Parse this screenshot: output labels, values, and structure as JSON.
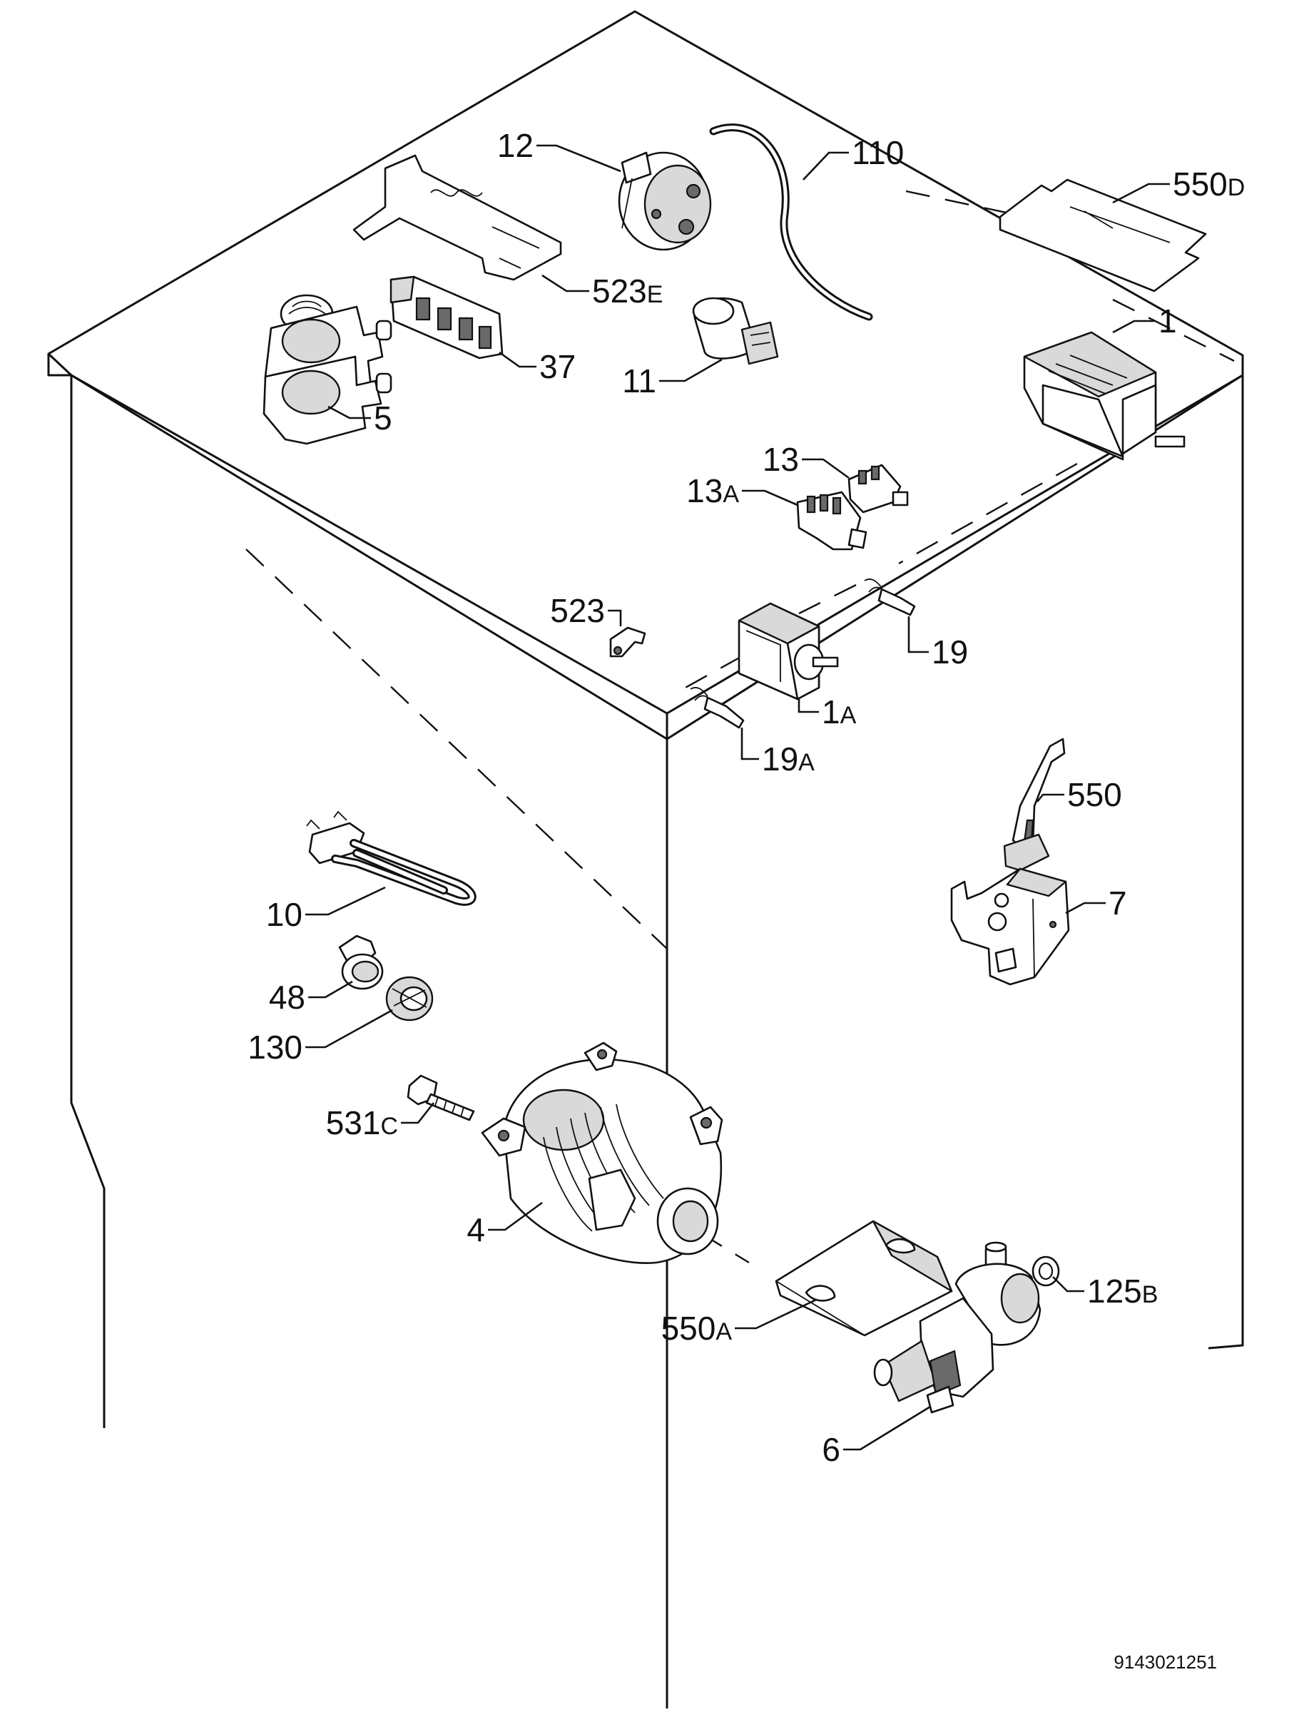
{
  "callouts": {
    "p12": {
      "num": "12",
      "sub": ""
    },
    "p110": {
      "num": "110",
      "sub": ""
    },
    "p550d": {
      "num": "550",
      "sub": "D"
    },
    "p523e": {
      "num": "523",
      "sub": "E"
    },
    "p37": {
      "num": "37",
      "sub": ""
    },
    "p11": {
      "num": "11",
      "sub": ""
    },
    "p5": {
      "num": "5",
      "sub": ""
    },
    "p1": {
      "num": "1",
      "sub": ""
    },
    "p13": {
      "num": "13",
      "sub": ""
    },
    "p13a": {
      "num": "13",
      "sub": "A"
    },
    "p523": {
      "num": "523",
      "sub": ""
    },
    "p19": {
      "num": "19",
      "sub": ""
    },
    "p1a": {
      "num": "1",
      "sub": "A"
    },
    "p19a": {
      "num": "19",
      "sub": "A"
    },
    "p550": {
      "num": "550",
      "sub": ""
    },
    "p7": {
      "num": "7",
      "sub": ""
    },
    "p10": {
      "num": "10",
      "sub": ""
    },
    "p48": {
      "num": "48",
      "sub": ""
    },
    "p130": {
      "num": "130",
      "sub": ""
    },
    "p531c": {
      "num": "531",
      "sub": "C"
    },
    "p4": {
      "num": "4",
      "sub": ""
    },
    "p125b": {
      "num": "125",
      "sub": "B"
    },
    "p550a": {
      "num": "550",
      "sub": "A"
    },
    "p6": {
      "num": "6",
      "sub": ""
    }
  },
  "drawing_code": "9143021251"
}
